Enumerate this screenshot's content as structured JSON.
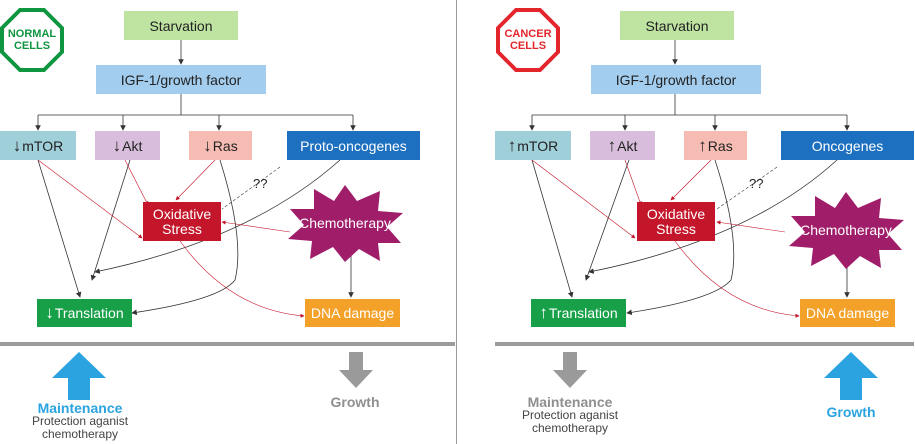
{
  "colors": {
    "normal_green": "#109540",
    "cancer_red": "#e3262b",
    "starvation_bg": "#bfe3a1",
    "igf_bg": "#a3cdee",
    "mtor_bg": "#9fcfd8",
    "akt_bg": "#d9bddc",
    "ras_bg": "#f6bcb4",
    "oncogene_bg": "#1d6fbf",
    "oxidative_bg": "#c4162a",
    "chemo_bg": "#a01d6a",
    "translation_bg": "#17a048",
    "dna_bg": "#f4a12a",
    "maintenance_blue": "#2aa3e0",
    "gray": "#9a9a9a"
  },
  "left": {
    "badge": [
      "NORMAL",
      "CELLS"
    ],
    "starvation": "Starvation",
    "igf": "IGF-1/growth factor",
    "mtor": {
      "arrow": "↓",
      "text": "mTOR"
    },
    "akt": {
      "arrow": "↓",
      "text": "Akt"
    },
    "ras": {
      "arrow": "↓",
      "text": "Ras"
    },
    "oncogenes": "Proto-oncogenes",
    "qq": "??",
    "oxidative": [
      "Oxidative",
      "Stress"
    ],
    "chemo": "Chemotherapy",
    "translation": {
      "arrow": "↓",
      "text": "Translation"
    },
    "dna": "DNA damage",
    "maintenance": {
      "title": "Maintenance",
      "sub1": "Protection aganist",
      "sub2": "chemotherapy",
      "arrow": "up",
      "color": "blue"
    },
    "growth": {
      "title": "Growth",
      "arrow": "down",
      "color": "gray"
    }
  },
  "right": {
    "badge": [
      "CANCER",
      "CELLS"
    ],
    "starvation": "Starvation",
    "igf": "IGF-1/growth factor",
    "mtor": {
      "arrow": "↑",
      "text": "mTOR"
    },
    "akt": {
      "arrow": "↑",
      "text": "Akt"
    },
    "ras": {
      "arrow": "↑",
      "text": "Ras"
    },
    "oncogenes": "Oncogenes",
    "qq": "??",
    "oxidative": [
      "Oxidative",
      "Stress"
    ],
    "chemo": "Chemotherapy",
    "translation": {
      "arrow": "↑",
      "text": "Translation"
    },
    "dna": "DNA damage",
    "maintenance": {
      "title": "Maintenance",
      "sub1": "Protection aganist",
      "sub2": "chemotherapy",
      "arrow": "down",
      "color": "gray"
    },
    "growth": {
      "title": "Growth",
      "arrow": "up",
      "color": "blue"
    }
  }
}
